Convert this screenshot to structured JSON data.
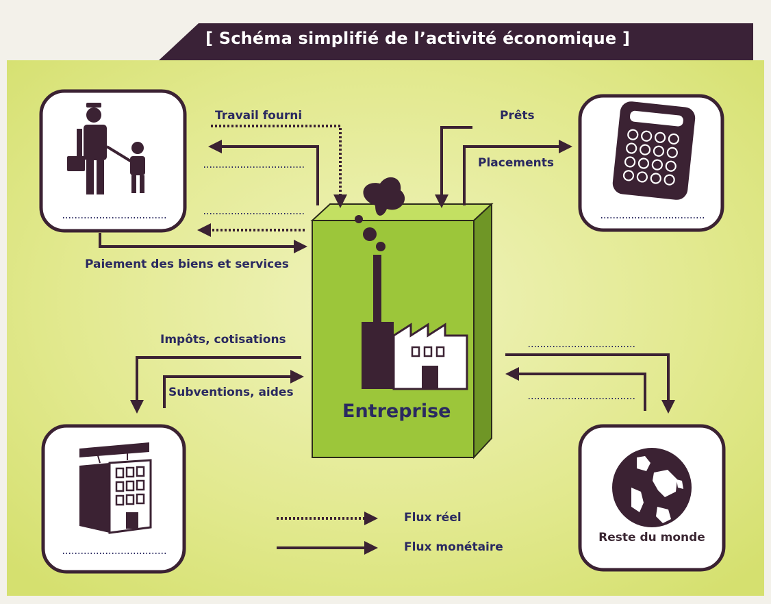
{
  "title": "[ Schéma simplifié de l’activité économique ]",
  "labels": {
    "travail_fourni": "Travail fourni",
    "prets": "Prêts",
    "placements": "Placements",
    "paiement": "Paiement des biens et services",
    "impots": "Impôts, cotisations",
    "subventions": "Subventions, aides",
    "entreprise": "Entreprise",
    "reste_du_monde": "Reste du monde"
  },
  "legend": {
    "flux_reel": "Flux réel",
    "flux_monetaire": "Flux monétaire"
  },
  "colors": {
    "title_band": "#3a2237",
    "dark_frame": "#3b2233",
    "box_fill": "#ffffff",
    "panel_fill": "#dfe78a",
    "panel_fill_light": "#eef2b8",
    "entreprise_front": "#9cc63a",
    "entreprise_side": "#6f9626",
    "entreprise_top": "#c3e062",
    "text_blue": "#2a2960"
  },
  "icons": [
    "family-icon",
    "calculator-icon",
    "government-building-icon",
    "globe-icon",
    "factory-icon"
  ]
}
